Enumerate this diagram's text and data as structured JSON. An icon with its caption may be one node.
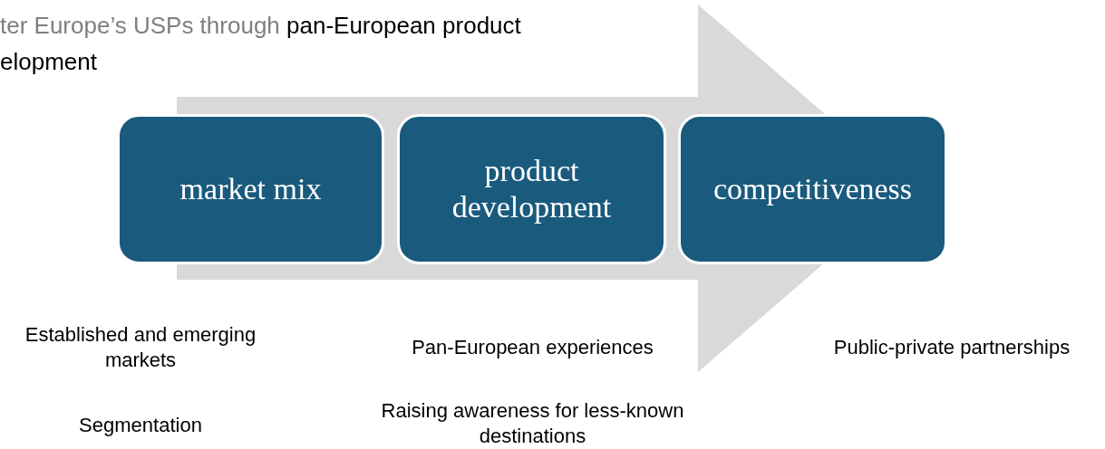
{
  "diagram": {
    "title": "ter Europe’s USPs through **pan-European product elopment**",
    "nodes": [
      {
        "text": [
          "market mix"
        ]
      },
      {
        "text": [
          "product development"
        ]
      },
      {
        "text": [
          "competitiveness"
        ]
      }
    ],
    "edges": [
      {
        "from": 0,
        "to": 2,
        "arrow": "to",
        "style": "thick"
      }
    ],
    "labels": [
      "Established and emerging markets",
      "Pan-European experiences",
      "Public-private partnerships",
      "Segmentation",
      "Raising awareness for less-known destinations"
    ]
  }
}
